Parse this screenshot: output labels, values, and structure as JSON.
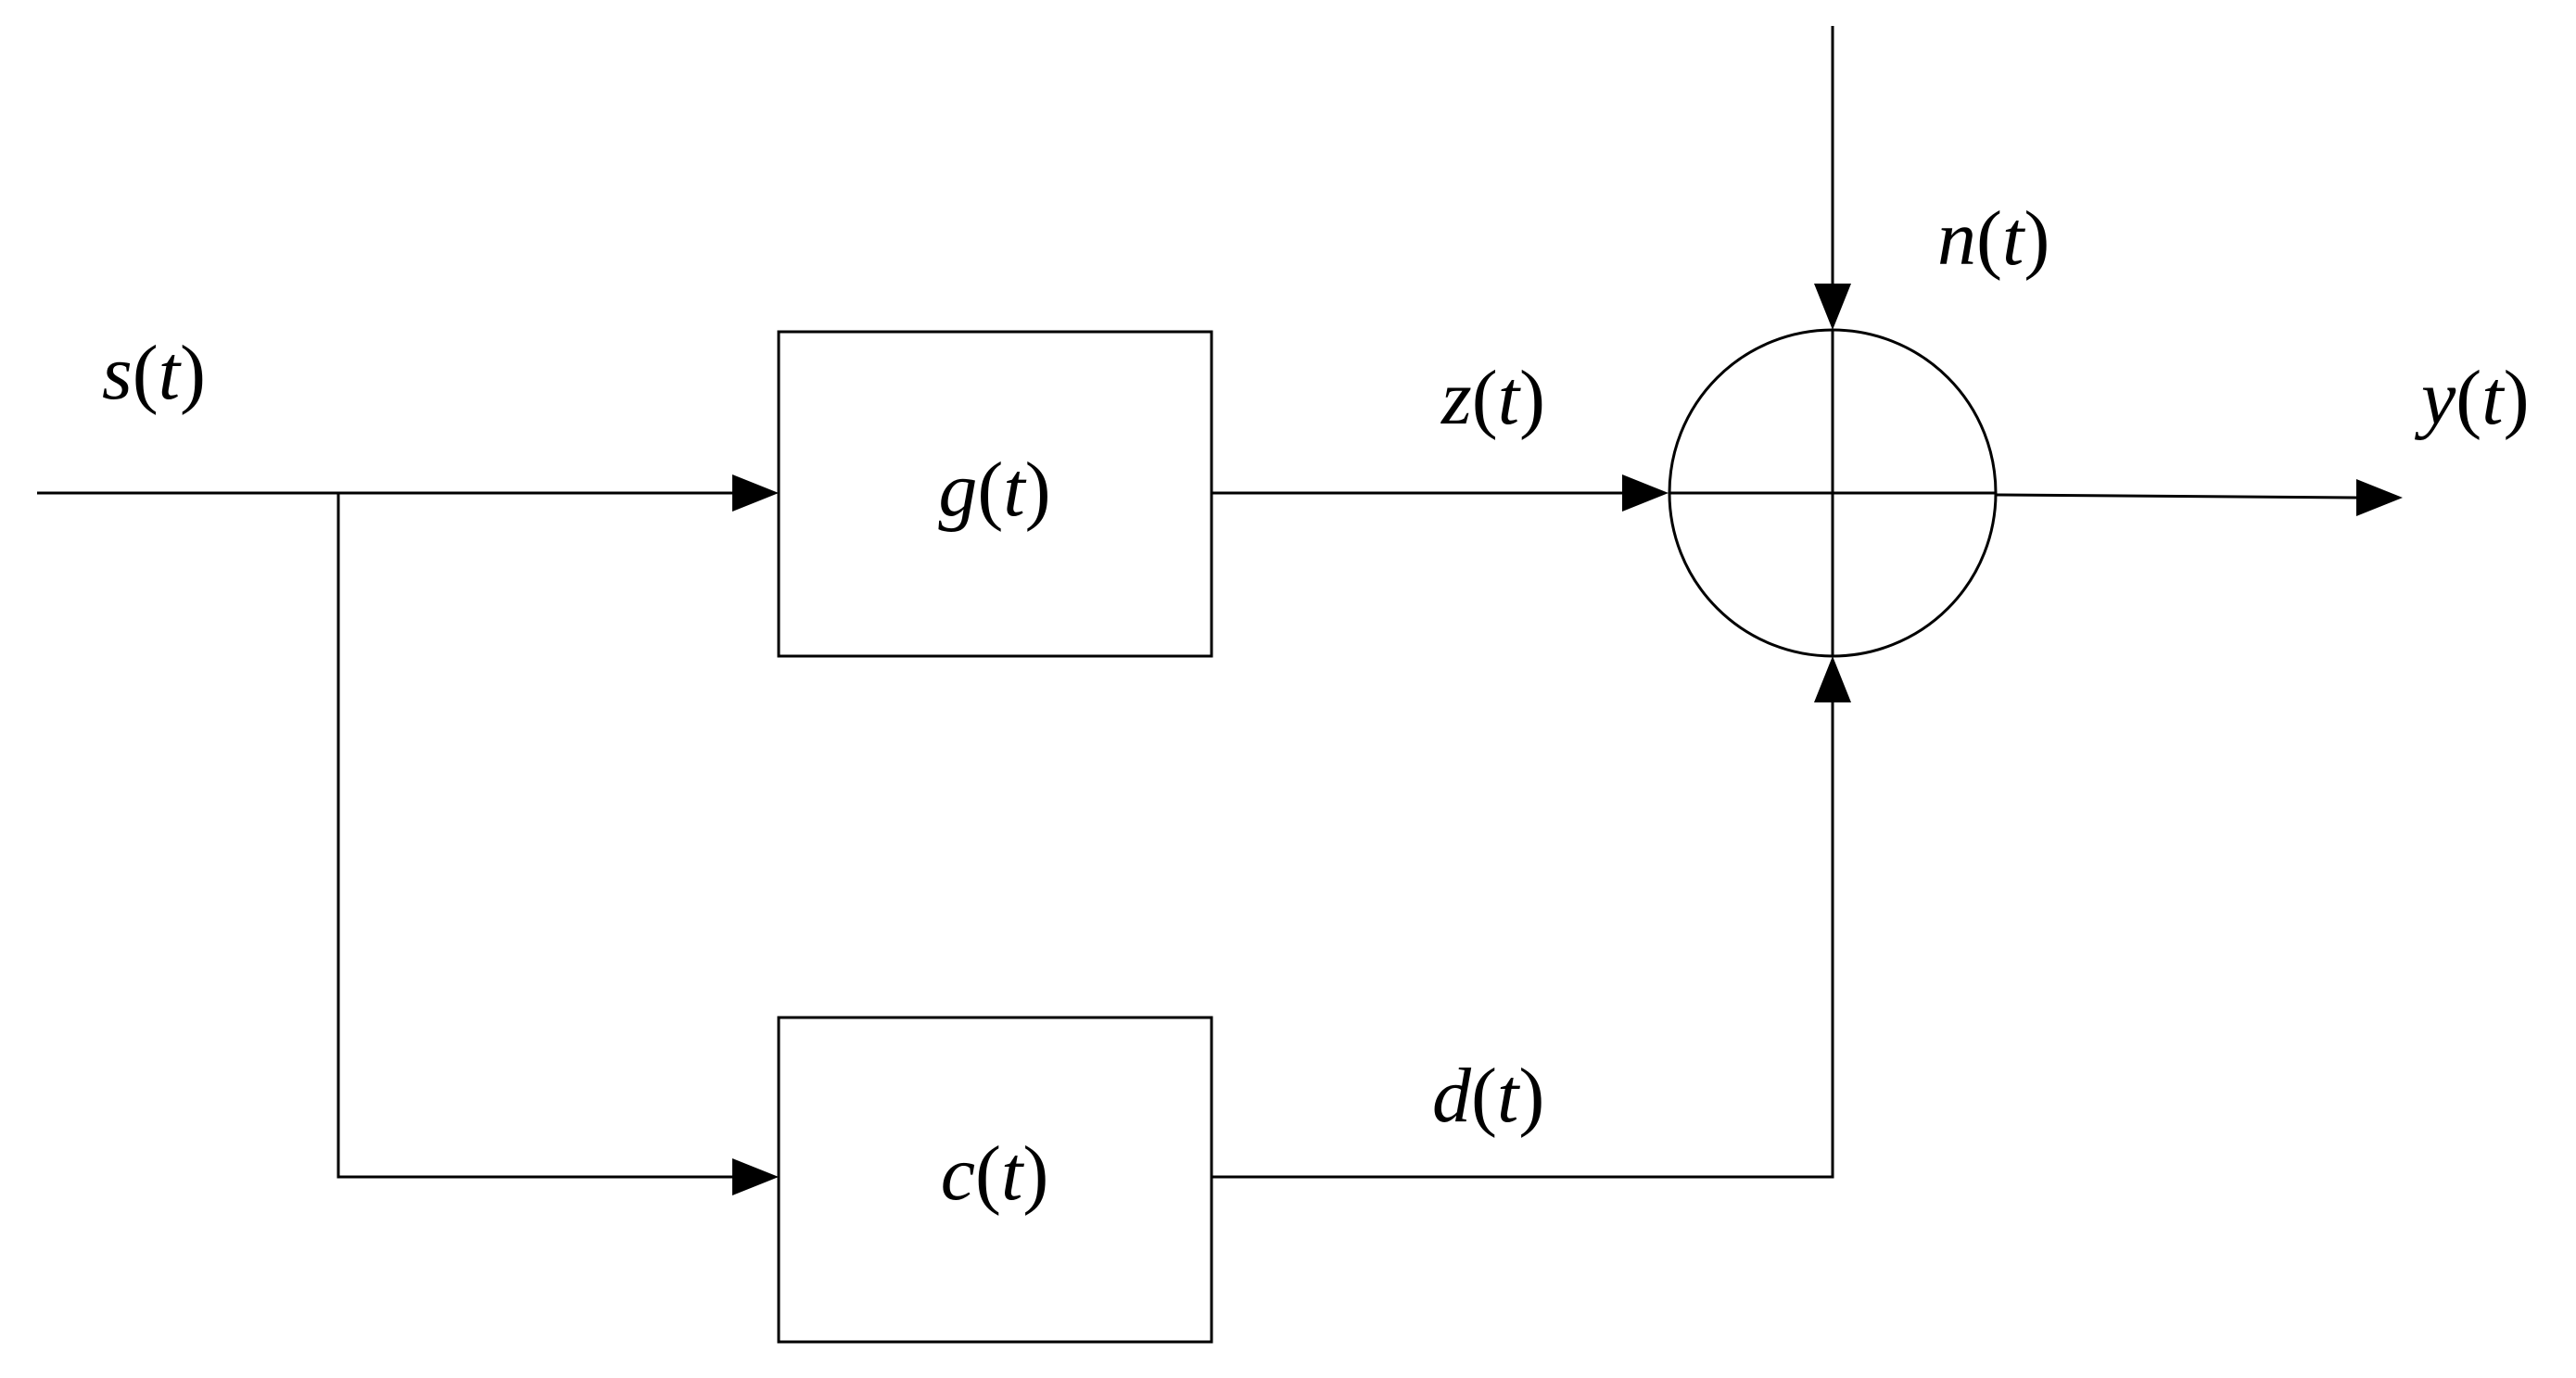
{
  "signals": {
    "input": {
      "func": "s",
      "arg": "t"
    },
    "upper_output": {
      "func": "z",
      "arg": "t"
    },
    "lower_output": {
      "func": "d",
      "arg": "t"
    },
    "noise": {
      "func": "n",
      "arg": "t"
    },
    "output": {
      "func": "y",
      "arg": "t"
    }
  },
  "blocks": {
    "upper": {
      "func": "g",
      "arg": "t"
    },
    "lower": {
      "func": "c",
      "arg": "t"
    }
  },
  "colors": {
    "line": "#000000",
    "background": "#ffffff"
  }
}
